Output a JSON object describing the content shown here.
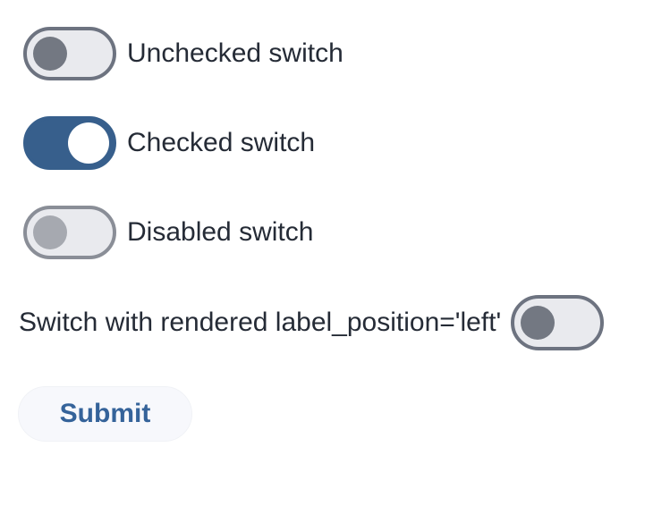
{
  "switches": [
    {
      "label": "Unchecked switch",
      "state": "unchecked",
      "label_position": "right"
    },
    {
      "label": "Checked switch",
      "state": "checked",
      "label_position": "right"
    },
    {
      "label": "Disabled switch",
      "state": "disabled",
      "label_position": "right"
    },
    {
      "label": "Switch with rendered label_position='left'",
      "state": "unchecked",
      "label_position": "left"
    }
  ],
  "submit": {
    "label": "Submit"
  },
  "colors": {
    "page_background": "#ffffff",
    "label_text": "#252b36",
    "checked_track": "#375f8c",
    "checked_knob": "#ffffff",
    "unchecked_track": "#e9eaee",
    "unchecked_border": "#6d7380",
    "unchecked_knob": "#737882",
    "disabled_border": "#8a8e97",
    "disabled_knob": "#a6a9b0",
    "submit_background": "#f7f8fc",
    "submit_text": "#35639a"
  }
}
